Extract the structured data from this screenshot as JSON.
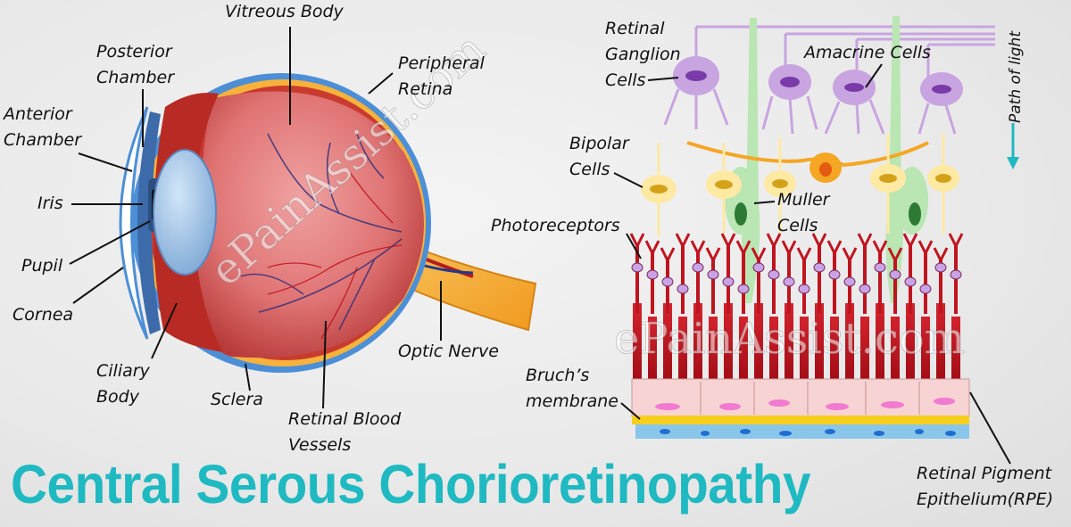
{
  "title": "Central Serous Chorioretinopathy",
  "watermark": "ePainAssist.com",
  "colors": {
    "title": "#1fb9c1",
    "sclera": "#4c8fd6",
    "vitreous": "#e07474",
    "photoreceptor": "#c0141f",
    "ganglion": "#c8a4e0",
    "bipolar": "#ffe9a3",
    "muller": "#b9e6b2",
    "amacrine": "#f5a623"
  },
  "eye_labels": {
    "vitreous_body": "Vitreous Body",
    "posterior_chamber": "Posterior Chamber",
    "anterior_chamber": "Anterior Chamber",
    "iris": "Iris",
    "pupil": "Pupil",
    "cornea": "Cornea",
    "ciliary_body": "Ciliary Body",
    "sclera": "Sclera",
    "retinal_blood_vessels": "Retinal Blood Vessels",
    "optic_nerve": "Optic Nerve",
    "peripheral_retina": "Peripheral Retina"
  },
  "retina_labels": {
    "ganglion": "Retinal Ganglion Cells",
    "amacrine": "Amacrine Cells",
    "path_of_light": "Path of light",
    "bipolar": "Bipolar Cells",
    "muller": "Muller Cells",
    "photoreceptors": "Photoreceptors",
    "bruchs": "Bruch’s membrane",
    "rpe": "Retinal Pigment Epithelium(RPE)"
  }
}
